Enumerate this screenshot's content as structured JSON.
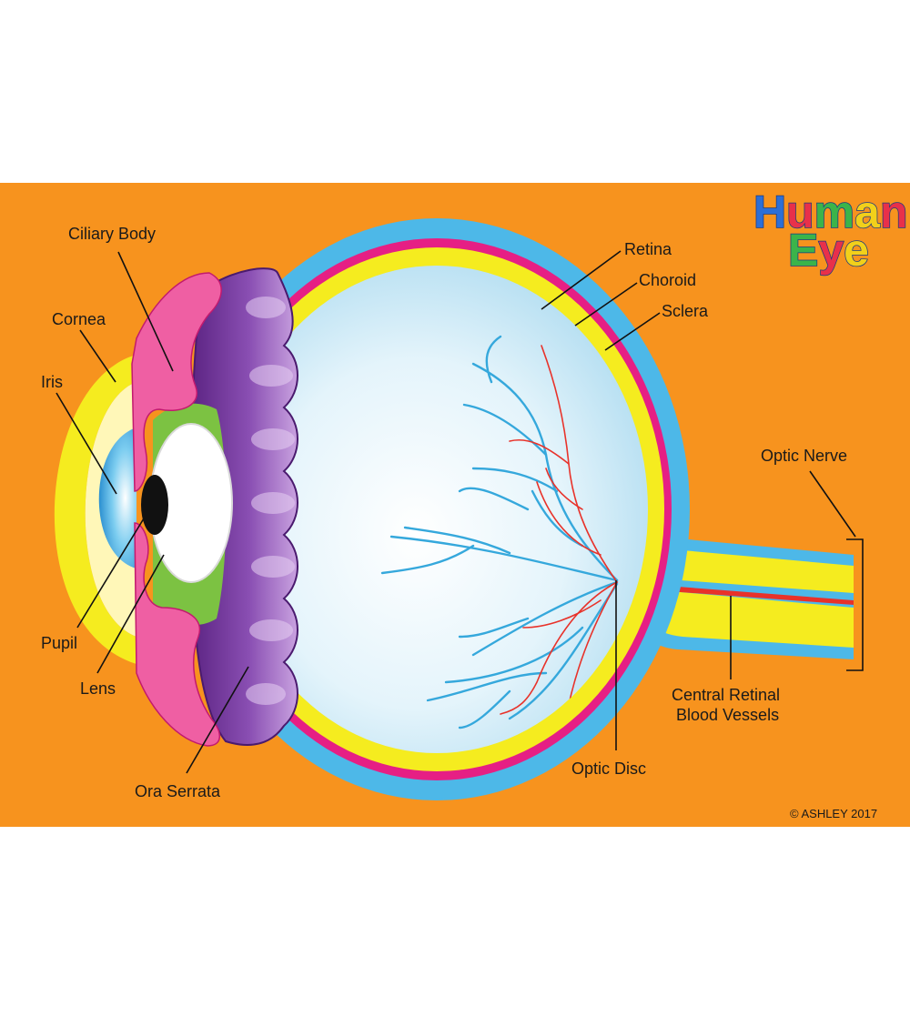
{
  "title": {
    "line1": [
      {
        "ch": "H",
        "color": "#2d6fd6"
      },
      {
        "ch": "u",
        "color": "#e8304a"
      },
      {
        "ch": "m",
        "color": "#3bb44a"
      },
      {
        "ch": "a",
        "color": "#f2d01a"
      },
      {
        "ch": "n",
        "color": "#e8304a"
      }
    ],
    "line2": [
      {
        "ch": "E",
        "color": "#3bb44a"
      },
      {
        "ch": "y",
        "color": "#e8304a"
      },
      {
        "ch": "e",
        "color": "#f2d01a"
      }
    ]
  },
  "labels": {
    "ciliary_body": "Ciliary Body",
    "cornea": "Cornea",
    "iris": "Iris",
    "pupil": "Pupil",
    "lens": "Lens",
    "ora_serrata": "Ora Serrata",
    "retina": "Retina",
    "choroid": "Choroid",
    "sclera": "Sclera",
    "optic_nerve": "Optic Nerve",
    "central_retinal_line1": "Central Retinal",
    "central_retinal_line2": "Blood Vessels",
    "optic_disc": "Optic Disc"
  },
  "copyright": "© ASHLEY 2017",
  "colors": {
    "background": "#f7931e",
    "sclera": "#4db8e8",
    "choroid": "#e61f84",
    "retina": "#f5ec1f",
    "vitreous": "#bfe4f5",
    "ciliary_body": "#ef5fa3",
    "ora_serrata": "#7b3a9c",
    "lens_zonule": "#7cc242",
    "cornea": "#f5ec1f",
    "blood_vessel_red": "#e8322a",
    "blood_vessel_blue": "#35a8dc"
  }
}
